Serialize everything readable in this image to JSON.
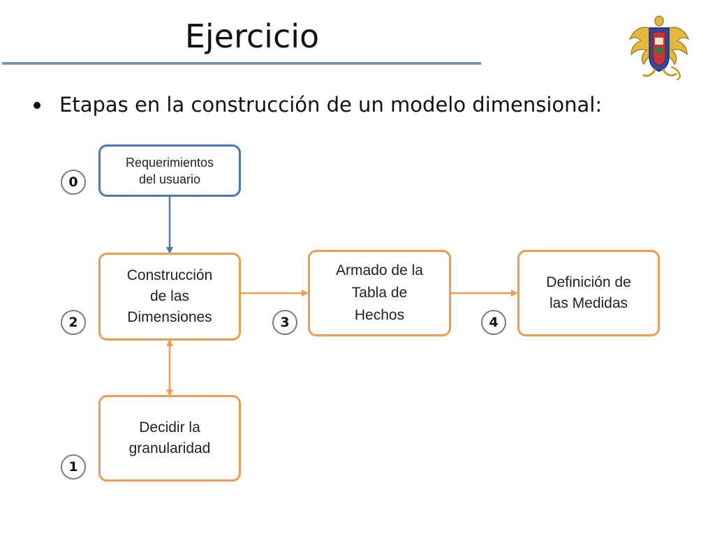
{
  "slide": {
    "title": "Ejercicio",
    "bullet": "Etapas en la construcción de un modelo dimensional:"
  },
  "logo": {
    "icon": "university-crest-icon"
  },
  "colors": {
    "title_rule": "#6e8ebe",
    "blue": "#4a76bd",
    "orange": "#f09a52",
    "number_ring": "#7a7a7a"
  },
  "diagram": {
    "nodes": [
      {
        "id": "requerimientos",
        "label": "Requerimientos\ndel usuario",
        "color": "blue"
      },
      {
        "id": "construccion",
        "label": "Construcción\nde las\nDimensiones",
        "color": "orange"
      },
      {
        "id": "granularidad",
        "label": "Decidir la\ngranularidad",
        "color": "orange"
      },
      {
        "id": "tabla-hechos",
        "label": "Armado de la\nTabla de\nHechos",
        "color": "orange"
      },
      {
        "id": "medidas",
        "label": "Definición de\nlas Medidas",
        "color": "orange"
      }
    ],
    "step_numbers": [
      "0",
      "2",
      "1",
      "3",
      "4"
    ],
    "edges": [
      {
        "from": "requerimientos",
        "to": "construccion",
        "direction": "forward",
        "color": "blue"
      },
      {
        "from": "granularidad",
        "to": "construccion",
        "direction": "both",
        "color": "orange"
      },
      {
        "from": "construccion",
        "to": "tabla-hechos",
        "direction": "forward",
        "color": "orange"
      },
      {
        "from": "tabla-hechos",
        "to": "medidas",
        "direction": "forward",
        "color": "orange"
      }
    ]
  }
}
